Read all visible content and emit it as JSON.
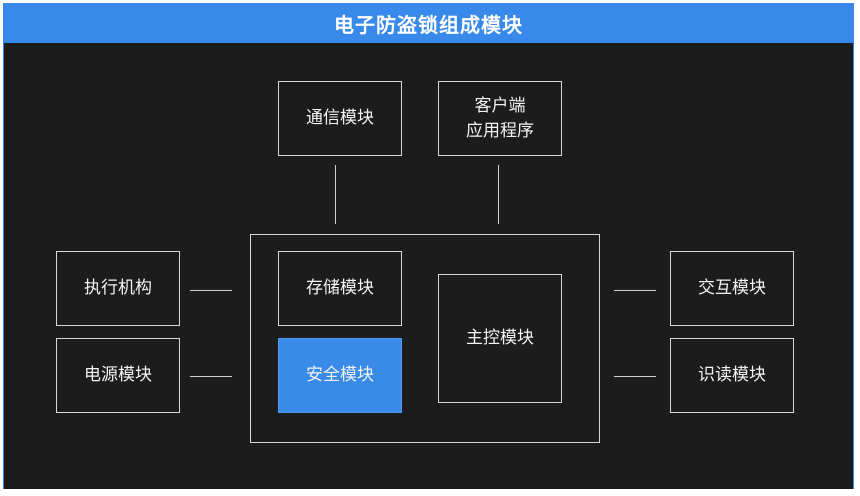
{
  "title": "电子防盗锁组成模块",
  "modules": {
    "comm": "通信模块",
    "client": "客户端\n应用程序",
    "exec": "执行机构",
    "power": "电源模块",
    "storage": "存储模块",
    "security": "安全模块",
    "master": "主控模块",
    "interaction": "交互模块",
    "reader": "识读模块"
  },
  "colors": {
    "title_bg": "#3889ea",
    "canvas_bg": "#1c1c1c",
    "highlight": "#3a8be8",
    "border": "#d7d7d7"
  }
}
